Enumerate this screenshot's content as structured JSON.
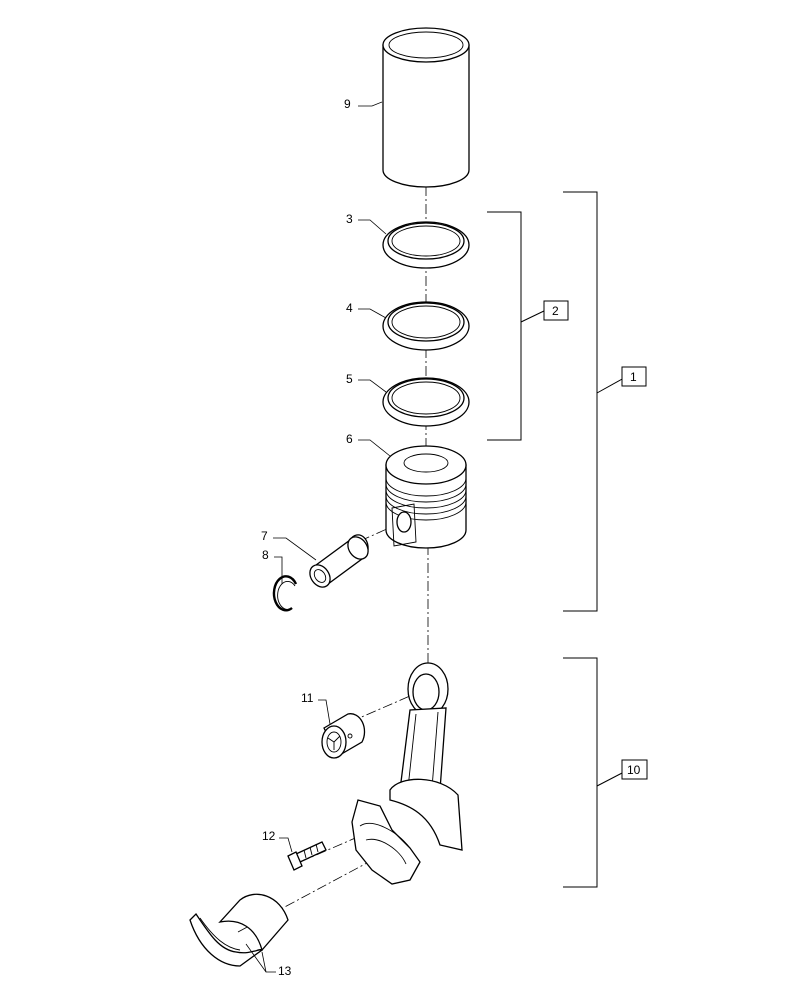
{
  "diagram": {
    "callouts": {
      "c1": "1",
      "c2": "2",
      "c3": "3",
      "c4": "4",
      "c5": "5",
      "c6": "6",
      "c7": "7",
      "c8": "8",
      "c9": "9",
      "c10": "10",
      "c11": "11",
      "c12": "12",
      "c13": "13"
    },
    "parts": [
      {
        "callout": "9",
        "component": "cylinder-liner"
      },
      {
        "callout": "3",
        "component": "piston-ring-top"
      },
      {
        "callout": "4",
        "component": "piston-ring-middle"
      },
      {
        "callout": "5",
        "component": "piston-ring-oil"
      },
      {
        "callout": "6",
        "component": "piston"
      },
      {
        "callout": "7",
        "component": "piston-pin"
      },
      {
        "callout": "8",
        "component": "snap-ring"
      },
      {
        "callout": "11",
        "component": "small-end-bushing"
      },
      {
        "callout": "12",
        "component": "connecting-rod-bolt"
      },
      {
        "callout": "13",
        "component": "bearing-shells"
      },
      {
        "callout": "10",
        "component": "connecting-rod-assembly",
        "boxed": true
      },
      {
        "callout": "2",
        "component": "piston-ring-set",
        "boxed": true
      },
      {
        "callout": "1",
        "component": "piston-and-liner-kit",
        "boxed": true
      }
    ]
  }
}
